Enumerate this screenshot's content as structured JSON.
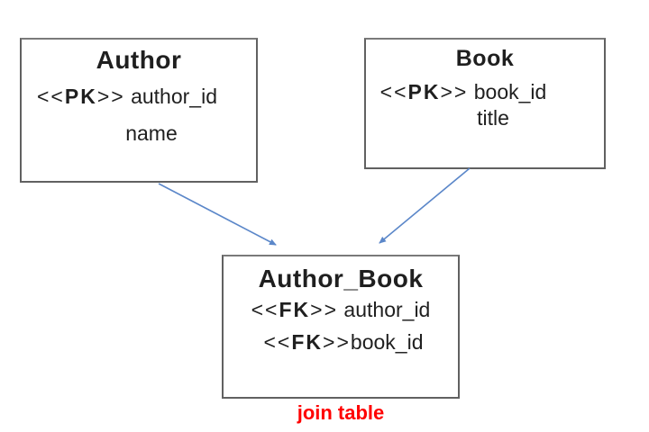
{
  "colors": {
    "background": "#ffffff",
    "box_border": "#616161",
    "text": "#1f1f1f",
    "arrow": "#5b87c9",
    "join_label": "#ff0000"
  },
  "entities": [
    {
      "id": "author",
      "title": "Author",
      "rows": [
        {
          "pre": "<<",
          "key": "PK",
          "post": ">>",
          "field": " author_id"
        },
        {
          "field": "name"
        }
      ]
    },
    {
      "id": "book",
      "title": "Book",
      "rows": [
        {
          "pre": "<<",
          "key": "PK",
          "post": ">>",
          "field": " book_id"
        },
        {
          "field": "title"
        }
      ]
    },
    {
      "id": "author_book",
      "title": "Author_Book",
      "rows": [
        {
          "pre": "<<",
          "key": "FK",
          "post": ">>",
          "field": " author_id"
        },
        {
          "pre": "<<",
          "key": "FK",
          "post": ">>",
          "field": "book_id"
        }
      ]
    }
  ],
  "arrows": [
    {
      "from": "Author",
      "to": "Author_Book"
    },
    {
      "from": "Book",
      "to": "Author_Book"
    }
  ],
  "annotations": {
    "join_label": "join table"
  }
}
